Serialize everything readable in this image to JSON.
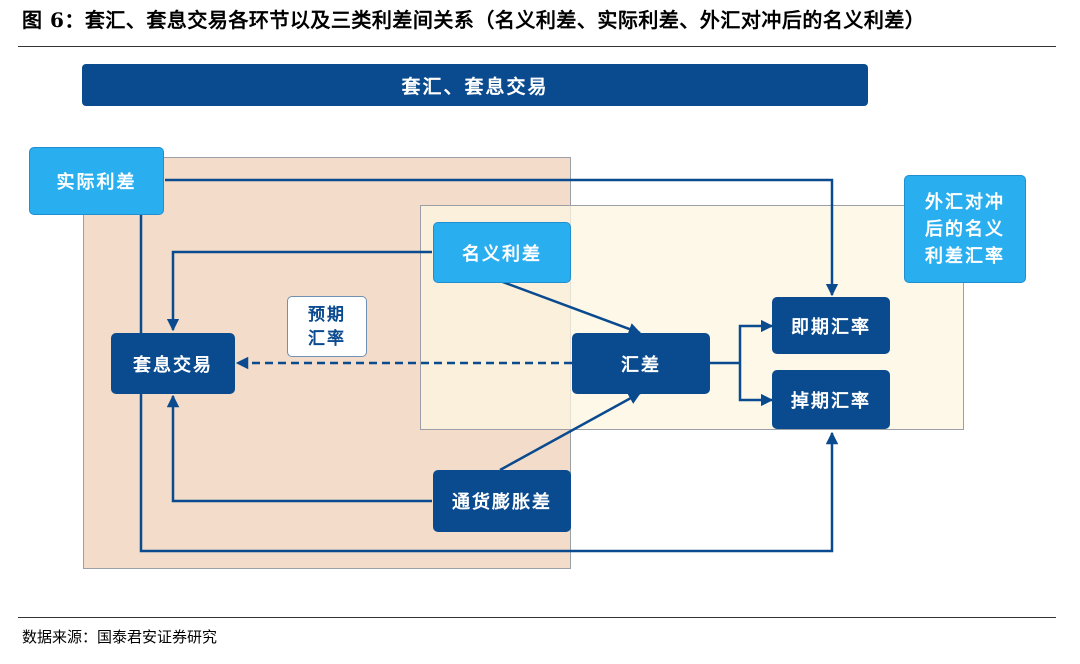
{
  "header": {
    "title": "图 6：套汇、套息交易各环节以及三类利差间关系（名义利差、实际利差、外汇对冲后的名义利差）"
  },
  "diagram": {
    "banner": "套汇、套息交易",
    "nodes": {
      "real_spread": "实际利差",
      "hedged_spread": "外汇对冲后的名义利差汇率",
      "hedged_spread_lines": [
        "外汇对冲",
        "后的名义",
        "利差汇率"
      ],
      "nominal_spread": "名义利差",
      "carry_trade": "套息交易",
      "expected_rate_lines": [
        "预期",
        "汇率"
      ],
      "fx_spread": "汇差",
      "spot_rate": "即期汇率",
      "swap_rate": "掉期汇率",
      "inflation_spread": "通货膨胀差"
    },
    "colors": {
      "dark": "#0a4a8e",
      "light": "#29aef0",
      "left_zone": "#f3ddca",
      "right_zone": "#fdf6e2"
    }
  },
  "footer": {
    "source": "数据来源：国泰君安证券研究"
  }
}
